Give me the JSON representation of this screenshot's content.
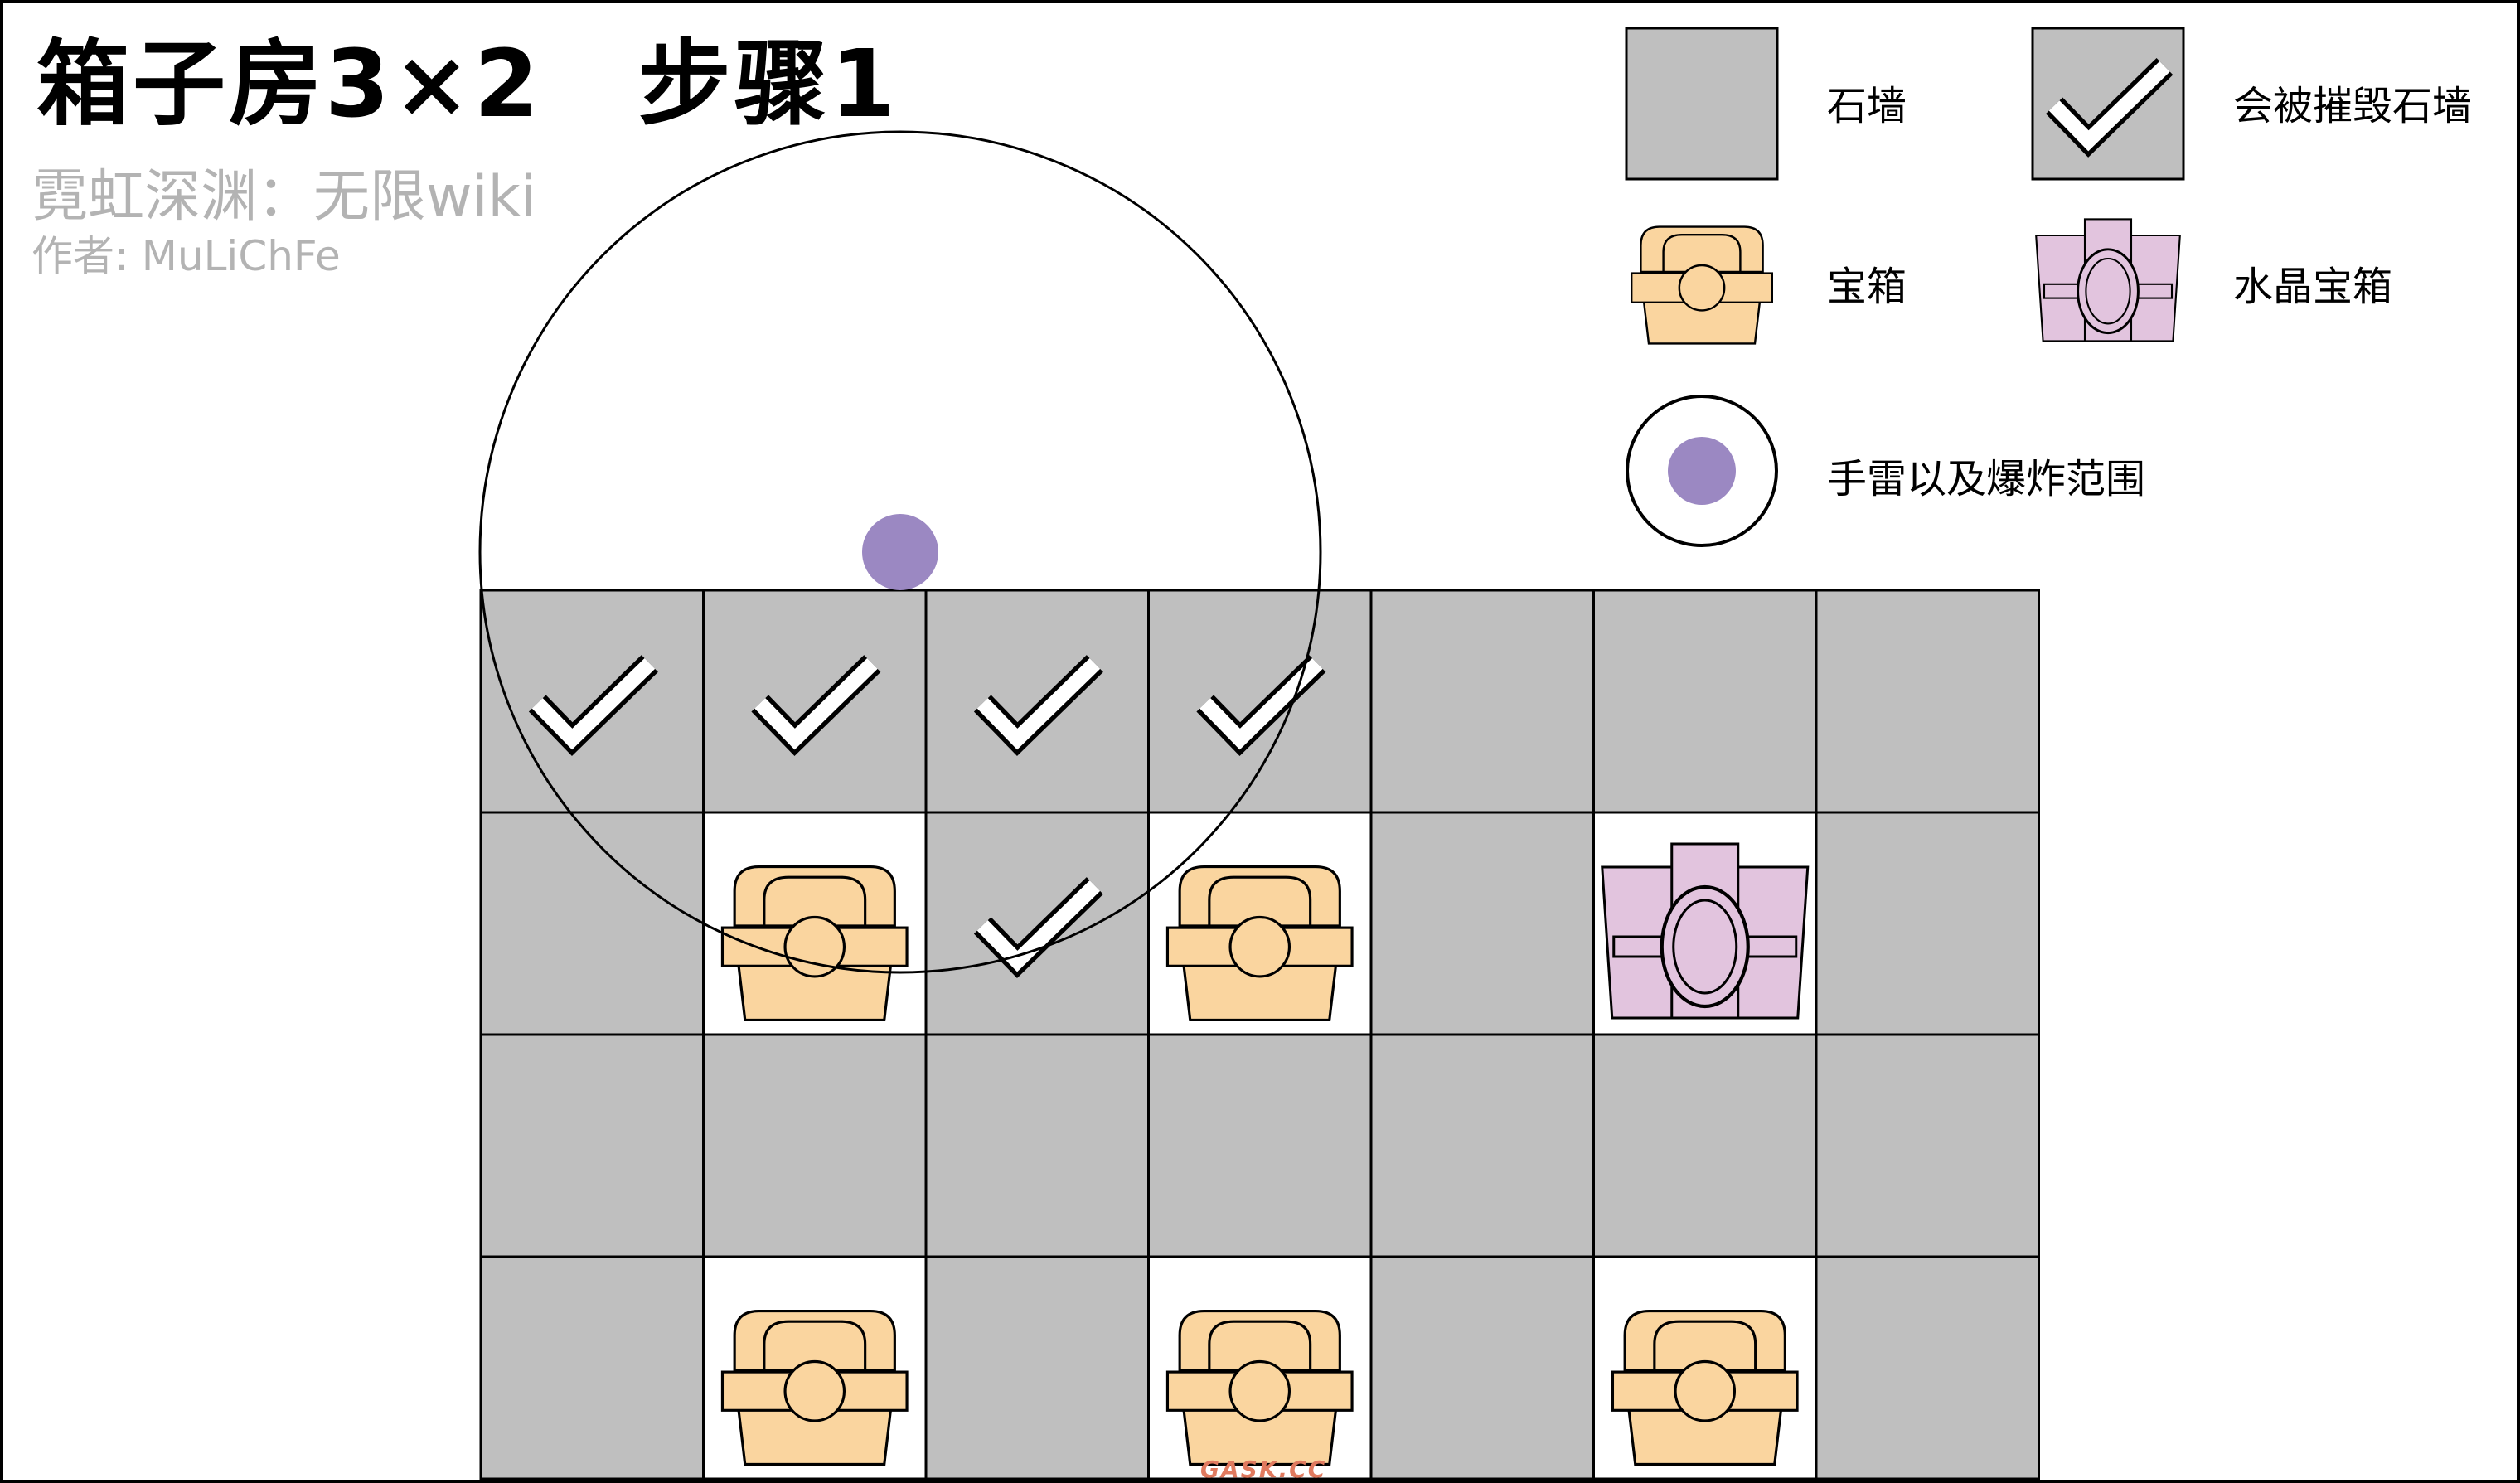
{
  "header": {
    "title": "箱子房3×2　步骤1",
    "subtitle": "霓虹深渊：无限wiki",
    "author": "作者: MuLiChFe"
  },
  "legend": {
    "items": [
      {
        "key": "stone-wall",
        "label": "石墙"
      },
      {
        "key": "destroyable-wall",
        "label": "会被摧毁石墙"
      },
      {
        "key": "chest",
        "label": "宝箱"
      },
      {
        "key": "crystal-chest",
        "label": "水晶宝箱"
      },
      {
        "key": "grenade",
        "label": "手雷以及爆炸范围"
      }
    ]
  },
  "grid": {
    "columns": 7,
    "rows": 4,
    "cells": [
      [
        "destroyable-wall",
        "destroyable-wall",
        "destroyable-wall",
        "destroyable-wall",
        "stone-wall",
        "stone-wall",
        "stone-wall"
      ],
      [
        "stone-wall",
        "chest",
        "destroyable-wall",
        "chest",
        "stone-wall",
        "crystal-chest",
        "stone-wall"
      ],
      [
        "stone-wall",
        "stone-wall",
        "stone-wall",
        "stone-wall",
        "stone-wall",
        "stone-wall",
        "stone-wall"
      ],
      [
        "stone-wall",
        "chest",
        "stone-wall",
        "chest",
        "stone-wall",
        "chest",
        "stone-wall"
      ]
    ]
  },
  "watermark": "GASK.CC",
  "colors": {
    "wall": "#bfbfbf",
    "chest": "#fad59f",
    "crystal": "#e2c4de",
    "grenade": "#9b88c2",
    "outline": "#000000"
  }
}
